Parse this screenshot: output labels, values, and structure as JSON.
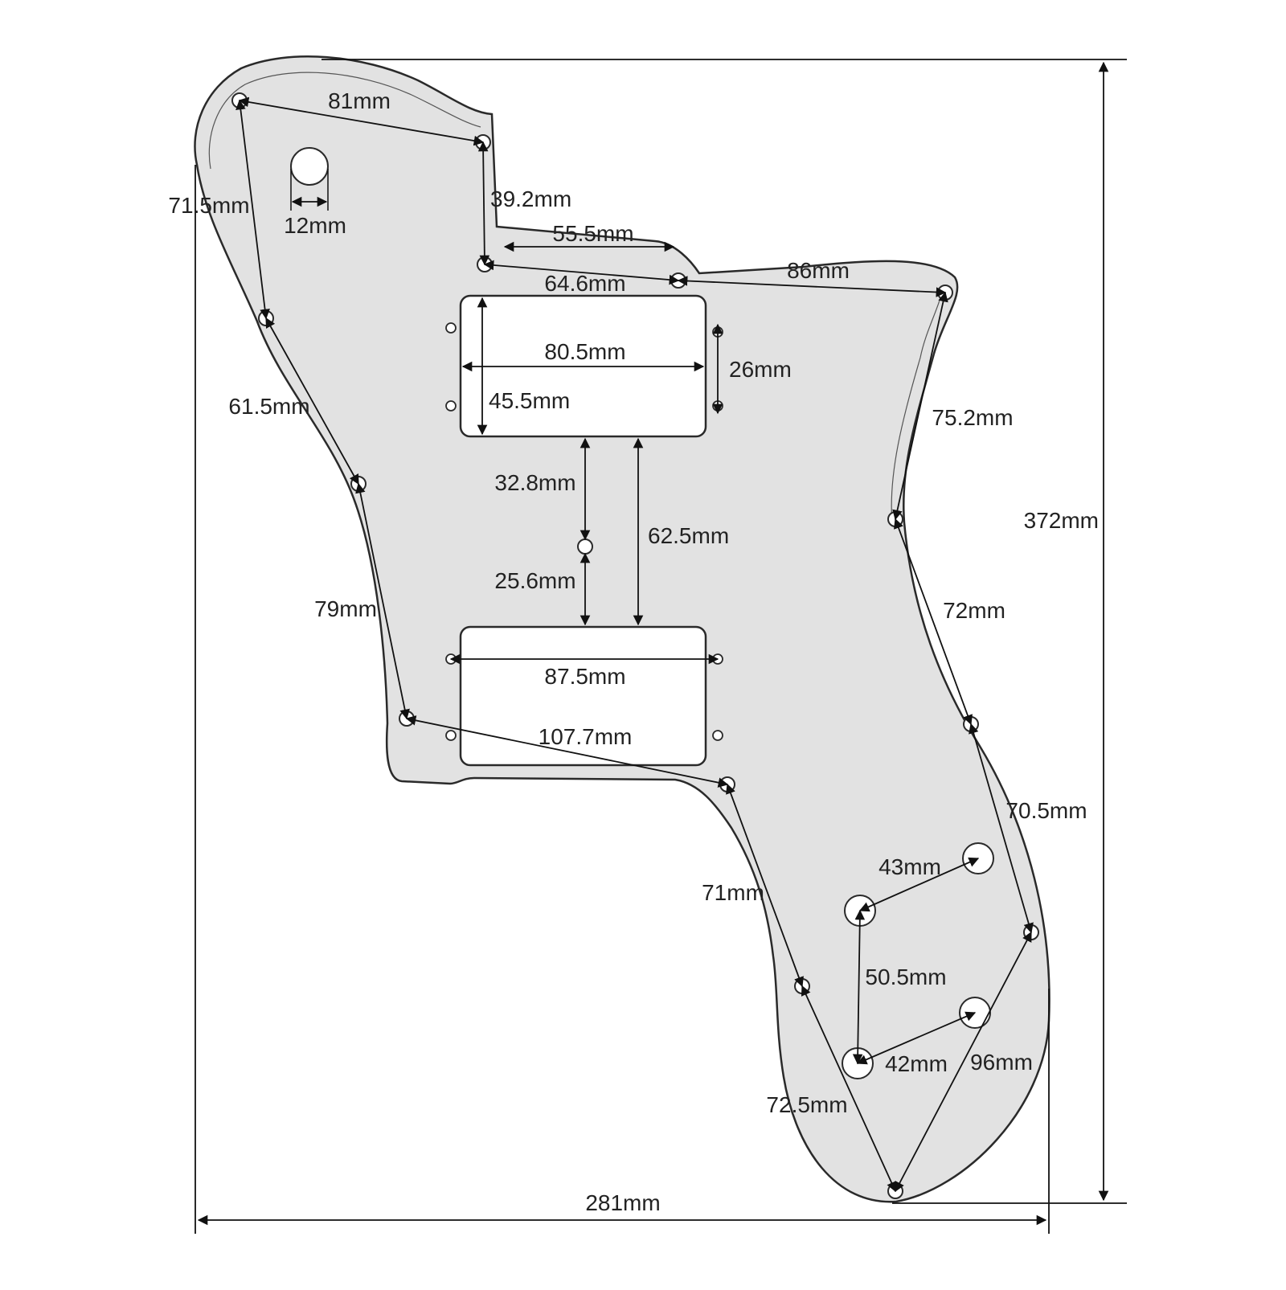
{
  "colors": {
    "pickguard_fill": "#e2e2e2",
    "outline": "#2a2a2a",
    "dimension_line": "#111111",
    "background": "#ffffff"
  },
  "labels": {
    "overall_width": "281mm",
    "overall_height": "372mm",
    "top_left_span": "81mm",
    "left_upper": "71.5mm",
    "jack_hole": "12mm",
    "neck_pocket_side": "39.2mm",
    "neck_cutout": "55.5mm",
    "neck_to_pickup": "64.6mm",
    "top_right_span": "86mm",
    "neck_pickup_width": "80.5mm",
    "neck_pickup_height": "45.5mm",
    "neck_pickup_screws": "26mm",
    "left_mid": "61.5mm",
    "right_upper": "75.2mm",
    "pickup_gap": "32.8mm",
    "pickup_spacing": "62.5mm",
    "center_to_bridge": "25.6mm",
    "left_lower": "79mm",
    "right_mid": "72mm",
    "bridge_pickup_screws": "87.5mm",
    "bottom_span": "107.7mm",
    "right_lower": "70.5mm",
    "control_hole_a": "43mm",
    "lower_left": "71mm",
    "control_hole_b": "50.5mm",
    "control_hole_c": "42mm",
    "bottom_right": "96mm",
    "bottom_left": "72.5mm"
  }
}
